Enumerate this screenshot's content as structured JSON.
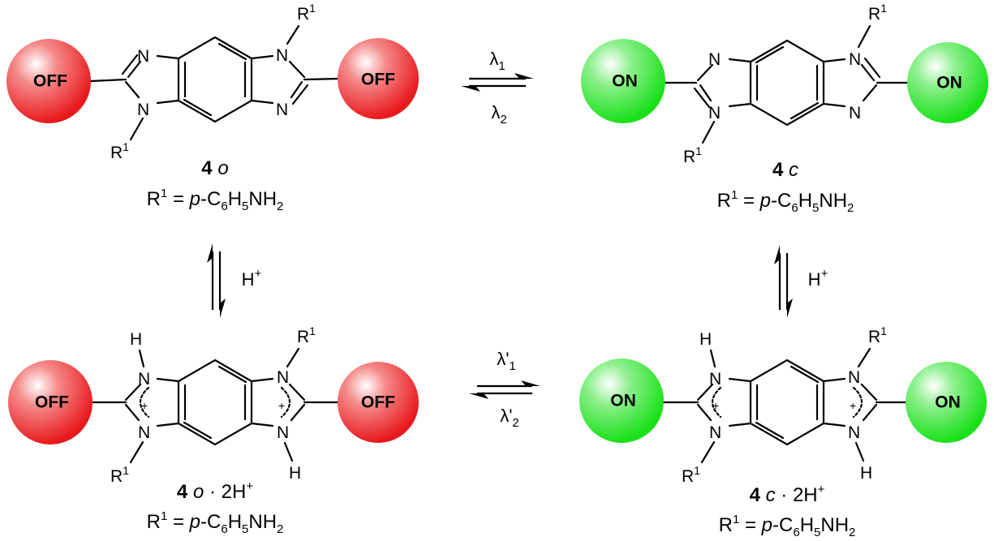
{
  "molecules": {
    "m4o": {
      "compound_number": "4",
      "compound_suffix": "o",
      "r1_definition_prefix": "R",
      "r1_definition_sup": "1",
      "r1_definition_eq": " = ",
      "r1_definition_italic": "p",
      "r1_definition_formula": "-C",
      "f1": "6",
      "f2": "H",
      "f3": "5",
      "f4": "NH",
      "f5": "2",
      "switch_left": "OFF",
      "switch_right": "OFF"
    },
    "m4c": {
      "compound_number": "4",
      "compound_suffix": "c",
      "switch_left": "ON",
      "switch_right": "ON"
    },
    "m4o2H": {
      "compound_number": "4",
      "compound_suffix": "o",
      "protonation": " · 2H",
      "protonation_sup": "+",
      "switch_left": "OFF",
      "switch_right": "OFF"
    },
    "m4c2H": {
      "compound_number": "4",
      "compound_suffix": "c",
      "protonation": " · 2H",
      "protonation_sup": "+",
      "switch_left": "ON",
      "switch_right": "ON"
    }
  },
  "atoms": {
    "N": "N",
    "H": "H",
    "R": "R",
    "R_sup": "1",
    "plus": "+"
  },
  "conditions": {
    "lambda1": "λ",
    "lambda1_sub": "1",
    "lambda2": "λ",
    "lambda2_sub": "2",
    "lambda1p": "λ'",
    "lambda1p_sub": "1",
    "lambda2p": "λ'",
    "lambda2p_sub": "2",
    "proton": "H",
    "proton_sup": "+"
  },
  "colors": {
    "off_sphere": "#e8191d",
    "on_sphere": "#19e019"
  }
}
